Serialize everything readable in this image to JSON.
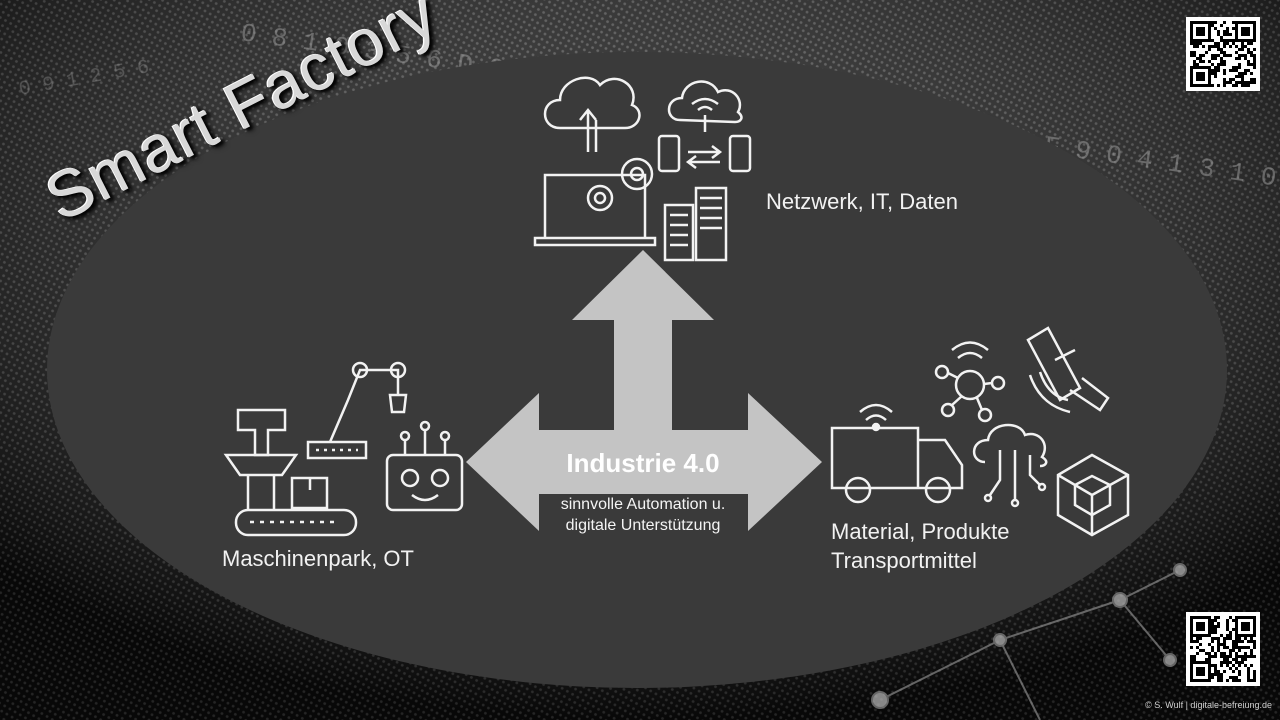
{
  "title": "Smart Factory",
  "center": {
    "title": "Industrie 4.0",
    "subtitle_line1": "sinnvolle Automation u.",
    "subtitle_line2": "digitale Unterstützung"
  },
  "nodes": {
    "network": "Netzwerk, IT, Daten",
    "machines": "Maschinenpark, OT",
    "material_line1": "Material, Produkte",
    "material_line2": "Transportmittel"
  },
  "background_digits": "0 8 1 0 3 5 6 D 2 1 1 E 6 1 4 0 9 5 1 2 0 5 9 8 C B F 9 0 4 1 3 1 0 5 4 0 7 0 1 3 5 6",
  "copyright": "© S. Wulf | digitale-befreiung.de",
  "colors": {
    "ellipse": "#3a3a3a",
    "arrow": "#c4c4c4",
    "icon_stroke": "#f2f2f2"
  }
}
